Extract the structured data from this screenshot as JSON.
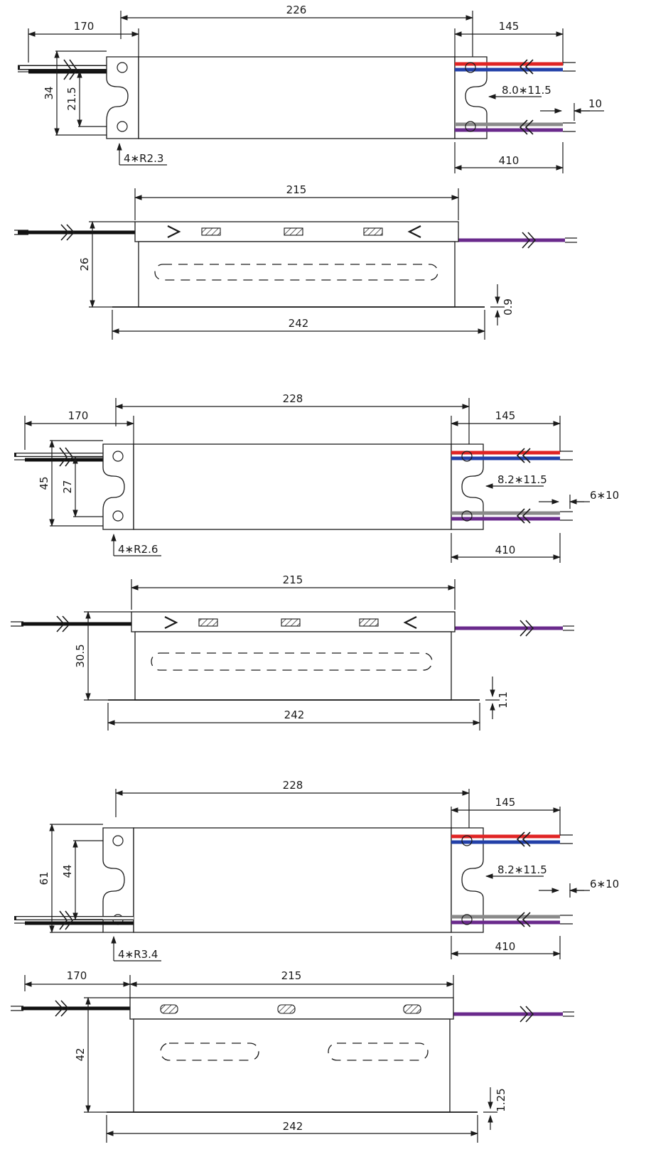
{
  "colors": {
    "red": "#e02424",
    "blue": "#2340a8",
    "grey": "#8a8a8a",
    "purple": "#6a2a8c",
    "black": "#111111",
    "line": "#1a1a1a"
  },
  "drawings": [
    {
      "top": {
        "overall_length": "226",
        "input_lead": "170",
        "output_lead_upper": "145",
        "output_lead_lower": "410",
        "height": "34",
        "mount_spacing": "21.5",
        "slot": "8.0∗11.5",
        "strip": "10",
        "corner_radius": "4∗R2.3"
      },
      "side": {
        "body_length": "215",
        "base_length": "242",
        "height": "26",
        "plate_thickness": "0.9"
      }
    },
    {
      "top": {
        "overall_length": "228",
        "input_lead": "170",
        "output_lead_upper": "145",
        "output_lead_lower": "410",
        "height": "45",
        "mount_spacing": "27",
        "slot": "8.2∗11.5",
        "strip": "6∗10",
        "corner_radius": "4∗R2.6"
      },
      "side": {
        "body_length": "215",
        "base_length": "242",
        "height": "30.5",
        "plate_thickness": "1.1"
      }
    },
    {
      "top": {
        "overall_length": "228",
        "output_lead_upper": "145",
        "output_lead_lower": "410",
        "height": "61",
        "mount_spacing": "44",
        "slot": "8.2∗11.5",
        "strip": "6∗10",
        "corner_radius": "4∗R3.4"
      },
      "side": {
        "input_lead": "170",
        "body_length": "215",
        "base_length": "242",
        "height": "42",
        "plate_thickness": "1.25"
      }
    }
  ]
}
